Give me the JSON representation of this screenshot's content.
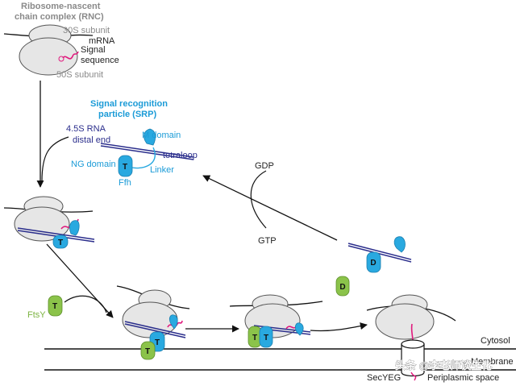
{
  "labels": {
    "rnc_title_line1": "Ribosome-nascent",
    "rnc_title_line2": "chain complex (RNC)",
    "subunit_30s": "30S subunit",
    "mrna": "mRNA",
    "signal_line1": "Signal",
    "signal_line2": "sequence",
    "subunit_50s": "50S subunit",
    "srp_title_line1": "Signal recognition",
    "srp_title_line2": "particle (SRP)",
    "rna_line1": "4.5S RNA",
    "rna_line2": "distal end",
    "m_domain": "M domain",
    "tetraloop": "tetraloop",
    "ng_domain": "NG domain",
    "linker": "Linker",
    "ffh": "Ffh",
    "gdp": "GDP",
    "gtp": "GTP",
    "ftsy": "FtsY",
    "cytosol": "Cytosol",
    "membrane": "Membrane",
    "periplasmic": "Periplasmic space",
    "secyeg": "SecYEG"
  },
  "marks": {
    "t": "T",
    "d": "D"
  },
  "watermark": "头条 @李老师谈生化",
  "colors": {
    "srp_cyan": "#29a9e0",
    "rna_navy": "#2b2e8c",
    "ftsy_green": "#8bc34a",
    "signal_magenta": "#e0197d",
    "ribosome_grey": "#e6e6e6"
  }
}
